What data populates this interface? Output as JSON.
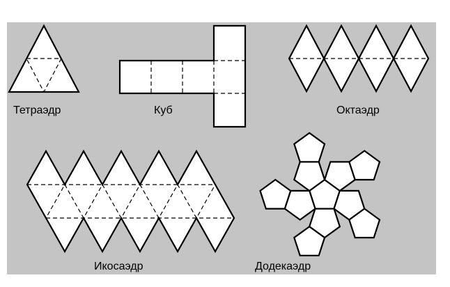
{
  "colors": {
    "panel": "#c4c4c4",
    "face": "#ffffff",
    "edge": "#000000"
  },
  "nets": [
    {
      "id": "tetrahedron",
      "label": "Тетраэдр"
    },
    {
      "id": "cube",
      "label": "Куб"
    },
    {
      "id": "octahedron",
      "label": "Октаэдр"
    },
    {
      "id": "icosahedron",
      "label": "Икосаэдр"
    },
    {
      "id": "dodecahedron",
      "label": "Додекаэдр"
    }
  ]
}
